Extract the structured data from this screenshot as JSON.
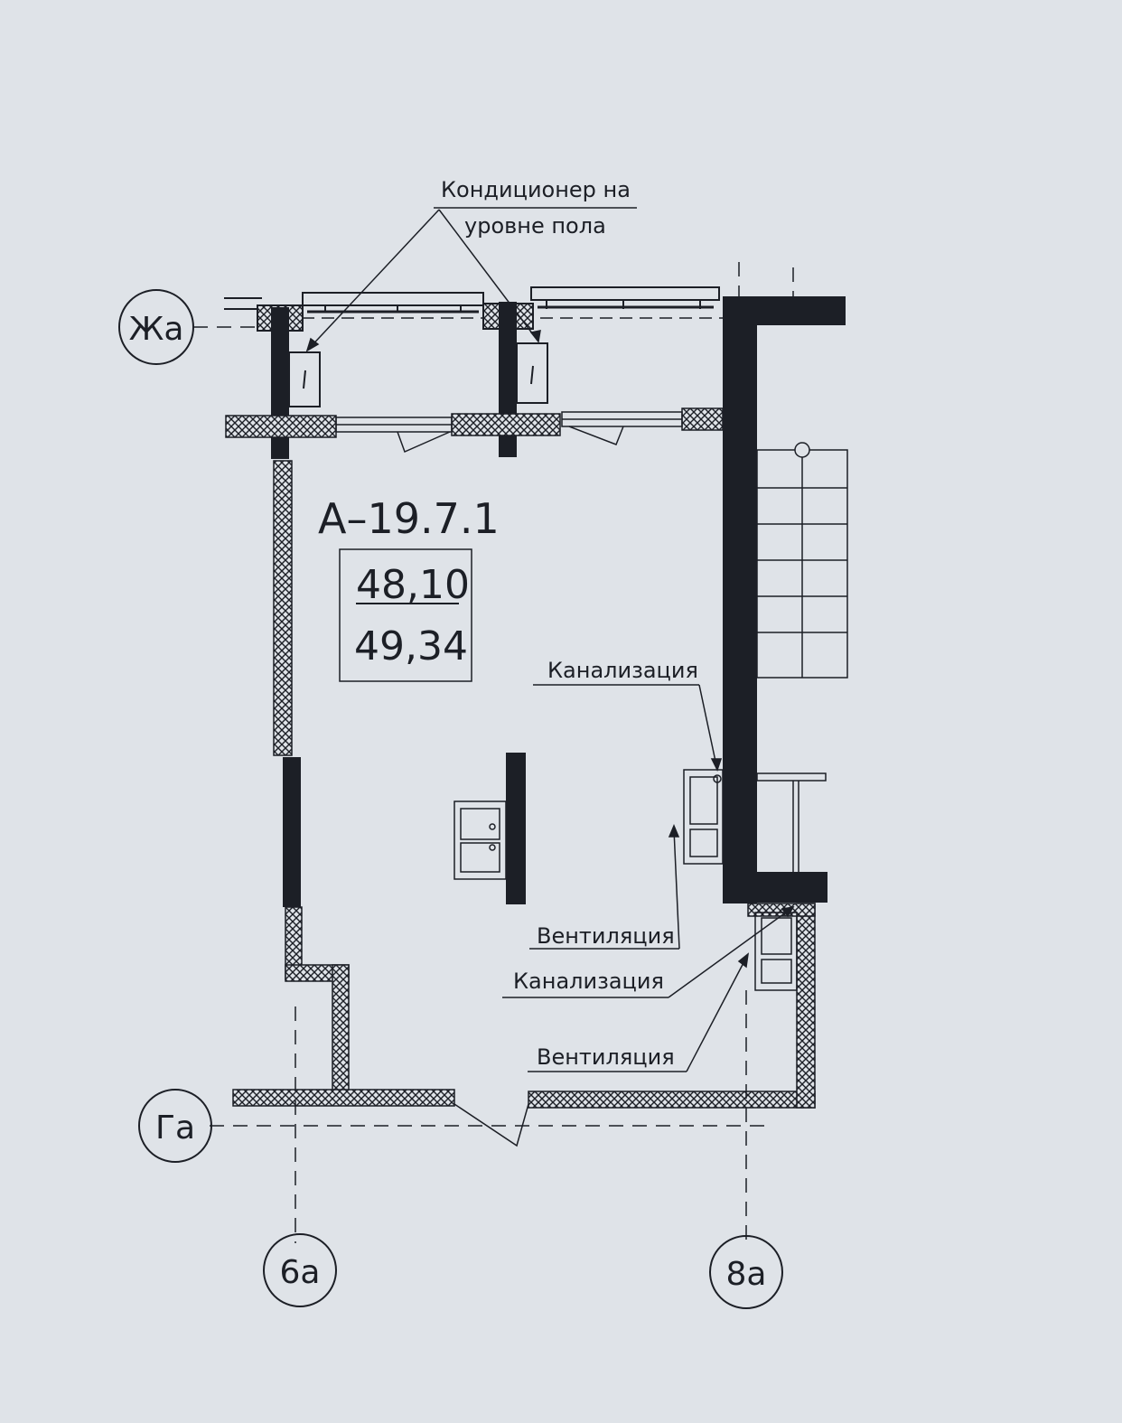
{
  "unit": {
    "code": "А–19.7.1",
    "area_living": "48,10",
    "area_total": "49,34"
  },
  "axes": {
    "zha": "Жа",
    "ga": "Га",
    "a6": "6а",
    "a8": "8а"
  },
  "callouts": {
    "ac_line1": "Кондиционер на",
    "ac_line2": "уровне пола",
    "sewer_top": "Канализация",
    "vent_mid": "Вентиляция",
    "sewer_bottom": "Канализация",
    "vent_bottom": "Вентиляция"
  },
  "colors": {
    "paper": "#dfe3e8",
    "ink": "#1c1f26"
  }
}
